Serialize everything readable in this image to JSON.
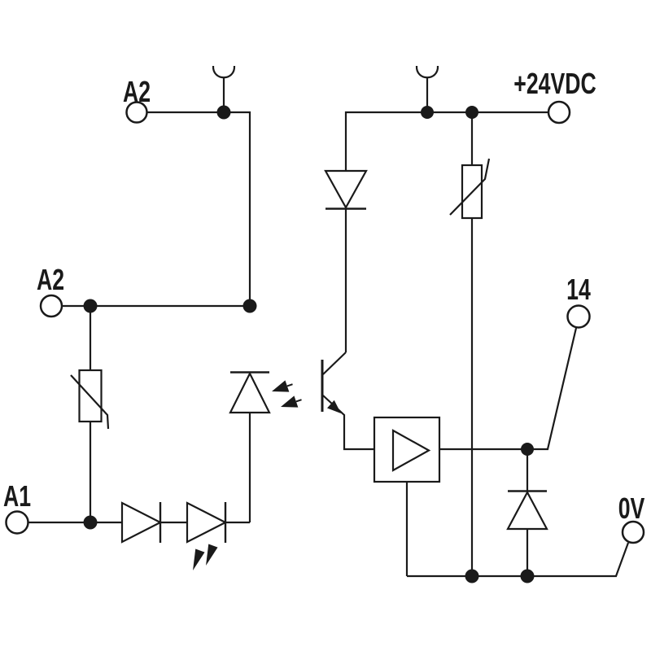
{
  "terminals": {
    "a2_top": {
      "label": "A2"
    },
    "a2_mid": {
      "label": "A2"
    },
    "a1": {
      "label": "A1"
    },
    "supply": {
      "label": "+24VDC"
    },
    "out14": {
      "label": "14"
    },
    "zero_v": {
      "label": "0V"
    }
  },
  "colors": {
    "line": "#1a1a1a",
    "background": "#ffffff"
  }
}
